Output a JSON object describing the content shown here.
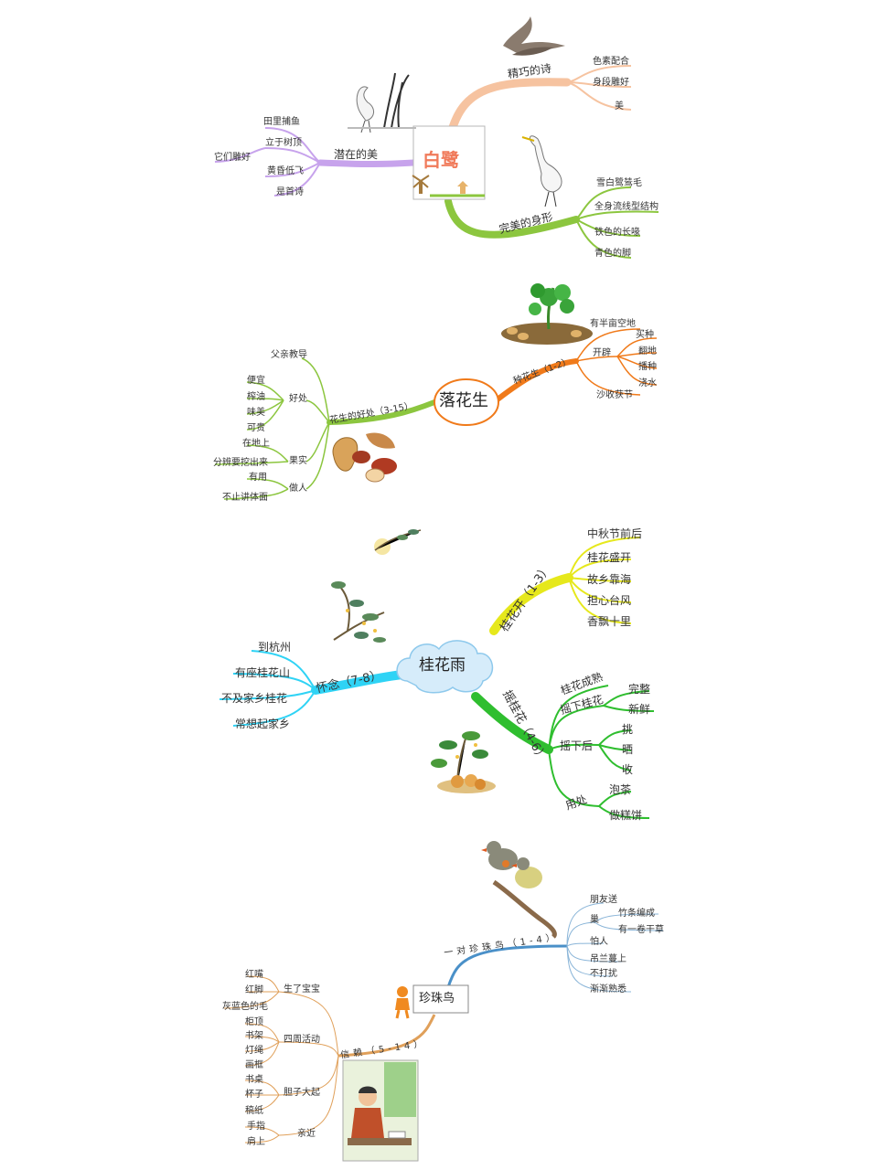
{
  "maps": [
    {
      "root": "白鹭",
      "branches": [
        {
          "label": "精巧的诗",
          "children": [
            "色素配合",
            "身段雕好",
            "美"
          ]
        },
        {
          "label": "潜在的美",
          "children": [
            "田里捕鱼",
            "立于树顶",
            "黄昏低飞",
            "是首诗"
          ],
          "sub": [
            "它们雕好"
          ]
        },
        {
          "label": "完美的身形",
          "children": [
            "雪白鹭鸶毛",
            "全身流线型结构",
            "铁色的长喙",
            "青色的脚"
          ]
        }
      ]
    },
    {
      "root": "落花生",
      "branches": [
        {
          "label": "种花生（1-2）",
          "children": [
            "有半亩空地",
            "开辟",
            "沙收获节"
          ],
          "sub": [
            "买种",
            "翻地",
            "播种",
            "浇水"
          ]
        },
        {
          "label": "花生的好处（3-15）",
          "children": [
            "父亲教导",
            "好处",
            "果实",
            "做人"
          ],
          "sub": [
            "便宜",
            "榨油",
            "味美",
            "可贵",
            "在地上",
            "分辨要挖出来",
            "有用",
            "不止讲体面"
          ]
        }
      ]
    },
    {
      "root": "桂花雨",
      "branches": [
        {
          "label": "桂花开（1-3）",
          "children": [
            "中秋节前后",
            "桂花盛开",
            "故乡靠海",
            "担心台风",
            "香飘十里"
          ]
        },
        {
          "label": "摇桂花（4-6）",
          "children": [
            "桂花成熟",
            "摇下桂花",
            "摇下后",
            "用处"
          ],
          "sub": [
            "完整",
            "新鲜",
            "挑",
            "晒",
            "收",
            "泡茶",
            "做糕饼"
          ]
        },
        {
          "label": "怀念（7-8）",
          "children": [
            "到杭州",
            "有座桂花山",
            "不及家乡桂花",
            "常想起家乡"
          ]
        }
      ]
    },
    {
      "root": "珍珠鸟",
      "branches": [
        {
          "label": "一对珍珠鸟（1-4）",
          "children": [
            "朋友送",
            "巢",
            "怕人",
            "吊兰蔓上",
            "不打扰",
            "渐渐熟悉"
          ],
          "sub": [
            "竹条编成",
            "有一卷干草"
          ]
        },
        {
          "label": "信赖（5-14）",
          "children": [
            "生了宝宝",
            "四周活动",
            "胆子大起",
            "亲近"
          ],
          "sub": [
            "红嘴",
            "红脚",
            "灰蓝色的毛",
            "柜顶",
            "书架",
            "灯绳",
            "画框",
            "书桌",
            "杯子",
            "稿纸",
            "手指",
            "肩上"
          ]
        }
      ]
    }
  ],
  "colors": {
    "orange": "#f4b183",
    "purple": "#b58be0",
    "green": "#8cc63f",
    "dgreen": "#7ec23a",
    "peanutOrange": "#f07a1a",
    "yellow": "#e6e81c",
    "cyan": "#2fd3f5",
    "bgreen": "#2fbe2f",
    "blue": "#4a90c8",
    "brown": "#e0a05a"
  },
  "icons": [
    "egret-icon",
    "flying-birds-icon",
    "peanut-plant-icon",
    "peanuts-icon",
    "osmanthus-branch-icon",
    "osmanthus-plant-icon",
    "pearl-birds-icon",
    "person-icon",
    "writer-scene-icon",
    "windmill-icon",
    "cloud-icon"
  ]
}
